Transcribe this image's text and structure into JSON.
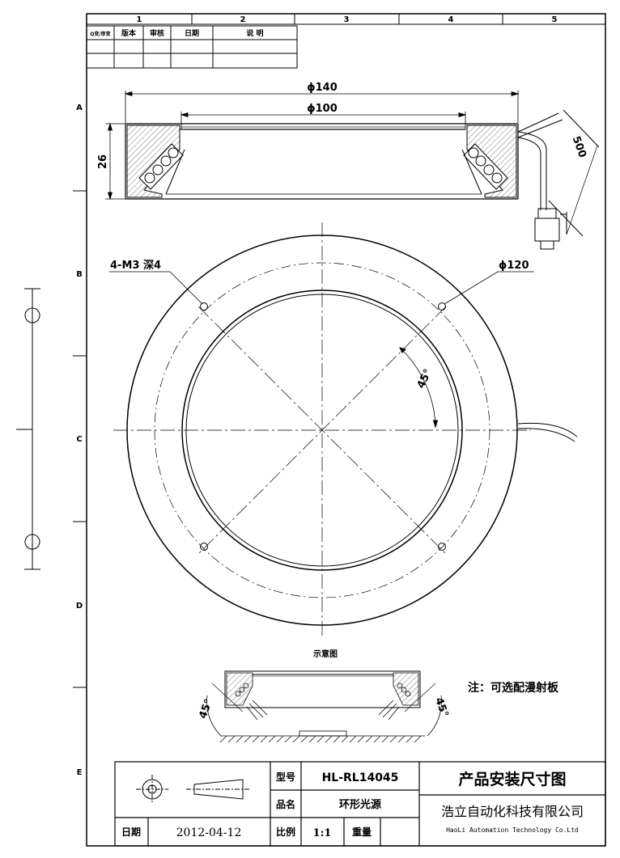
{
  "columns": [
    "1",
    "2",
    "3",
    "4",
    "5"
  ],
  "rows": [
    "A",
    "B",
    "C",
    "D",
    "E"
  ],
  "revision_table": {
    "headers": [
      "Q变/审变",
      "版本",
      "审核",
      "日期",
      "说 明"
    ]
  },
  "side_view": {
    "dim_outer": "ϕ140",
    "dim_inner": "ϕ100",
    "dim_height": "26",
    "dim_cable": "500"
  },
  "top_view": {
    "label_holes": "4-M3 深4",
    "label_pcd": "ϕ120",
    "label_angle": "45°"
  },
  "schematic": {
    "title": "示意图",
    "angle_left": "45°",
    "angle_right": "45°"
  },
  "note": "注：可选配漫射板",
  "title_block": {
    "model_label": "型号",
    "model_value": "HL-RL14045",
    "name_label": "品名",
    "name_value": "环形光源",
    "date_label": "日期",
    "date_value": "2012-04-12",
    "scale_label": "比例",
    "scale_value": "1:1",
    "weight_label": "重量",
    "drawing_title": "产品安装尺寸图",
    "company_cn": "浩立自动化科技有限公司",
    "company_en": "HaoLi Automation Technology Co.Ltd"
  },
  "colors": {
    "line": "#000000",
    "hatch": "#555555",
    "background": "#ffffff"
  }
}
